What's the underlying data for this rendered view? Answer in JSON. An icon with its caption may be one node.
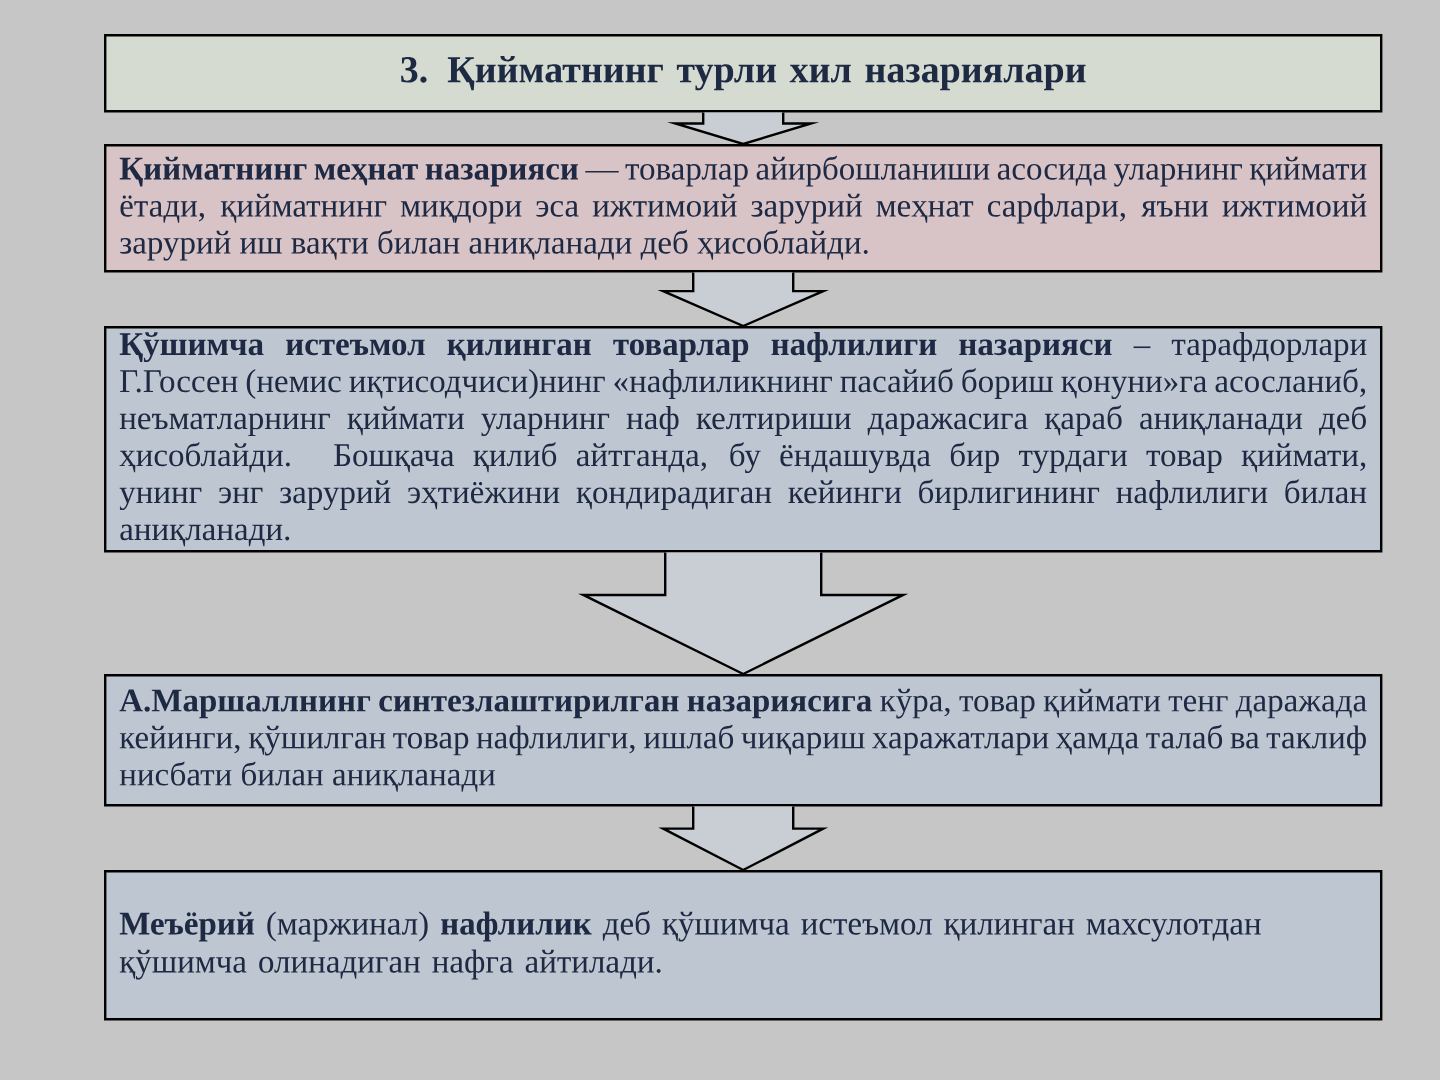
{
  "diagram": {
    "nodes": [
      {
        "text": [
          "3. Қийматнинг турли хил назариялари"
        ]
      },
      {
        "text": [
          "**Қийматнинг меҳнат назарияси** — товарлар айирбошланиши асосида уларнинг қиймати ётади, қийматнинг миқдори эса ижтимоий зарурий меҳнат сарфлари, яъни ижтимоий зарурий иш вақти билан аниқланади деб ҳисоблайди."
        ]
      },
      {
        "text": [
          "**Қўшимча истеъмол қилинган товарлар нафлилиги назарияси** – тарафдорлари Г.Госсен (немис иқтисодчиси)нинг «нафлиликнинг пасайиб бориш қонуни»га асосланиб, неъматларнинг қиймати уларнинг наф келтириши даражасига қараб аниқланади деб ҳисоблайди. Бошқача қилиб айтганда, бу ёндашувда бир турдаги товар қиймати, унинг энг зарурий эҳтиёжини қондирадиган кейинги бирлигининг нафлилиги билан аниқланади."
        ]
      },
      {
        "text": [
          "**А.Маршаллнинг синтезлаштирилган назариясига** кўра, товар қиймати тенг даражада кейинги, қўшилган товар нафлилиги, ишлаб чиқариш харажатлари ҳамда талаб ва таклиф нисбати билан аниқланади"
        ]
      },
      {
        "text": [
          "**Меъёрий** (маржинал) **нафлилик** деб қўшимча истеъмол қилинган махсулотдан қўшимча олинадиган нафга айтилади."
        ]
      }
    ],
    "edges": [
      {
        "from": 0,
        "to": 1,
        "arrow": "to"
      },
      {
        "from": 1,
        "to": 2,
        "arrow": "to"
      },
      {
        "from": 2,
        "to": 3,
        "arrow": "to"
      },
      {
        "from": 3,
        "to": 4,
        "arrow": "to"
      }
    ]
  }
}
